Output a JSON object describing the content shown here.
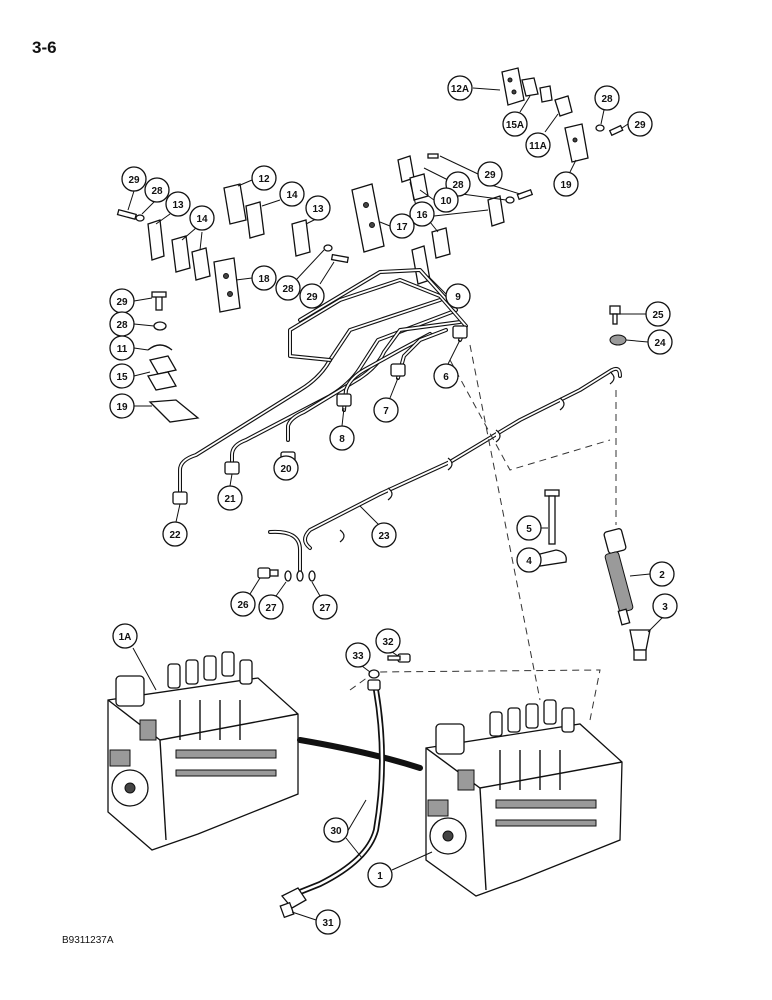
{
  "page": {
    "number": "3-6",
    "figure_code": "B9311237A"
  },
  "callouts": [
    {
      "id": "c-12a",
      "label": "12A"
    },
    {
      "id": "c-15a",
      "label": "15A"
    },
    {
      "id": "c-11a",
      "label": "11A"
    },
    {
      "id": "c-28-tr",
      "label": "28"
    },
    {
      "id": "c-29-tr",
      "label": "29"
    },
    {
      "id": "c-19-tr",
      "label": "19"
    },
    {
      "id": "c-29-mr",
      "label": "29"
    },
    {
      "id": "c-28-mr",
      "label": "28"
    },
    {
      "id": "c-10",
      "label": "10"
    },
    {
      "id": "c-16",
      "label": "16"
    },
    {
      "id": "c-17",
      "label": "17"
    },
    {
      "id": "c-9",
      "label": "9"
    },
    {
      "id": "c-29-ml",
      "label": "29"
    },
    {
      "id": "c-28-ml",
      "label": "28"
    },
    {
      "id": "c-13-l",
      "label": "13"
    },
    {
      "id": "c-14-l",
      "label": "14"
    },
    {
      "id": "c-12",
      "label": "12"
    },
    {
      "id": "c-14-r",
      "label": "14"
    },
    {
      "id": "c-13-r",
      "label": "13"
    },
    {
      "id": "c-18",
      "label": "18"
    },
    {
      "id": "c-28-c",
      "label": "28"
    },
    {
      "id": "c-29-c",
      "label": "29"
    },
    {
      "id": "c-29-l",
      "label": "29"
    },
    {
      "id": "c-28-l",
      "label": "28"
    },
    {
      "id": "c-11",
      "label": "11"
    },
    {
      "id": "c-15",
      "label": "15"
    },
    {
      "id": "c-19-l",
      "label": "19"
    },
    {
      "id": "c-25",
      "label": "25"
    },
    {
      "id": "c-24",
      "label": "24"
    },
    {
      "id": "c-6",
      "label": "6"
    },
    {
      "id": "c-7",
      "label": "7"
    },
    {
      "id": "c-8",
      "label": "8"
    },
    {
      "id": "c-20",
      "label": "20"
    },
    {
      "id": "c-21",
      "label": "21"
    },
    {
      "id": "c-22",
      "label": "22"
    },
    {
      "id": "c-23",
      "label": "23"
    },
    {
      "id": "c-5",
      "label": "5"
    },
    {
      "id": "c-4",
      "label": "4"
    },
    {
      "id": "c-2",
      "label": "2"
    },
    {
      "id": "c-3",
      "label": "3"
    },
    {
      "id": "c-26",
      "label": "26"
    },
    {
      "id": "c-27-l",
      "label": "27"
    },
    {
      "id": "c-27-r",
      "label": "27"
    },
    {
      "id": "c-1a",
      "label": "1A"
    },
    {
      "id": "c-32",
      "label": "32"
    },
    {
      "id": "c-33",
      "label": "33"
    },
    {
      "id": "c-30",
      "label": "30"
    },
    {
      "id": "c-1",
      "label": "1"
    },
    {
      "id": "c-31",
      "label": "31"
    }
  ]
}
